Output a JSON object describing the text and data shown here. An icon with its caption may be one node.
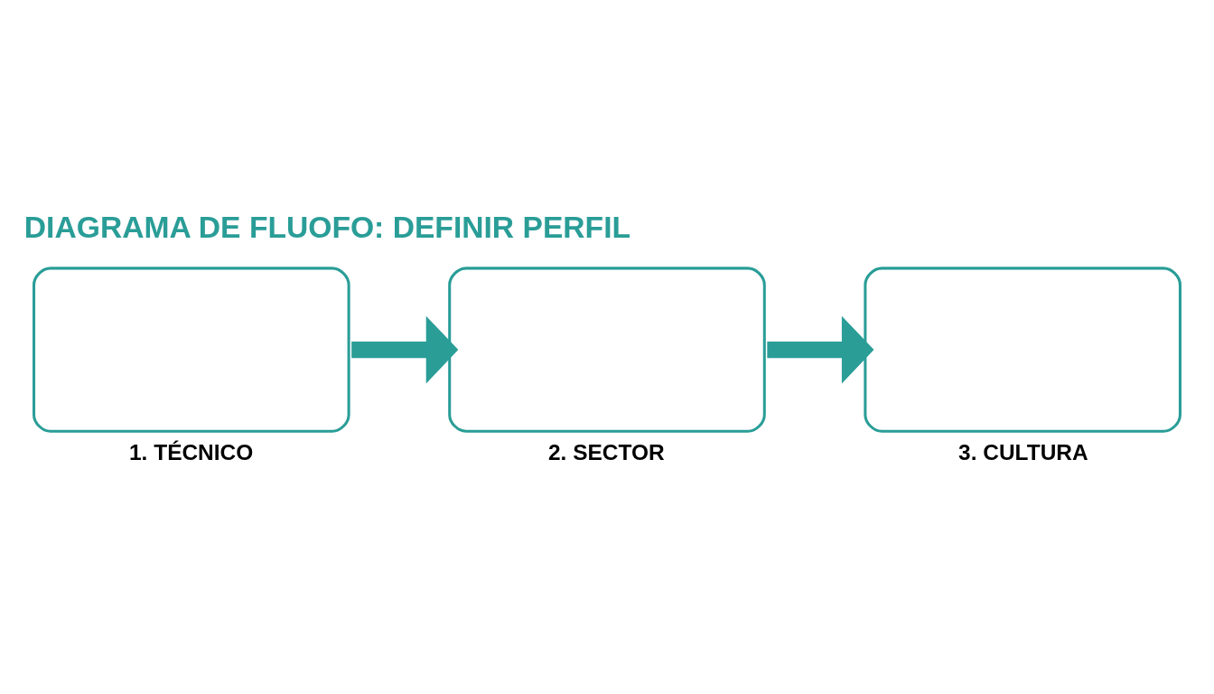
{
  "diagram": {
    "title": "DIAGRAMA DE FLUOFO: DEFINIR PERFIL",
    "nodes": [
      {
        "text": [
          "1. TÉCNICO"
        ]
      },
      {
        "text": [
          "2. SECTOR"
        ]
      },
      {
        "text": [
          "3. CULTURA"
        ]
      }
    ],
    "edges": [
      {
        "from": 0,
        "to": 1,
        "arrow": "to"
      },
      {
        "from": 1,
        "to": 2,
        "arrow": "to"
      }
    ]
  }
}
